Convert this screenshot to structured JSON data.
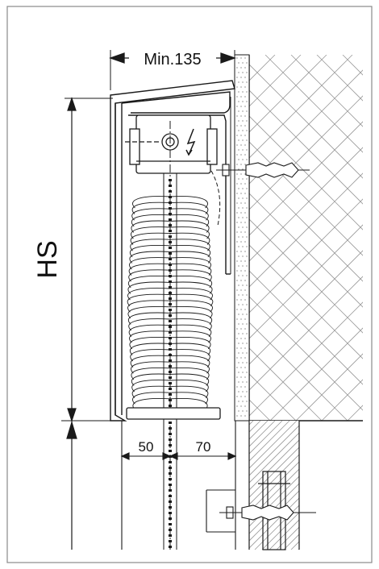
{
  "diagram": {
    "dimensions": {
      "top_width": "Min.135",
      "height": "HS",
      "left_offset": "50",
      "right_offset": "70"
    }
  },
  "colors": {
    "line": "#1a1a1a",
    "hatch": "#9a9a9a",
    "frame": "#8a8a8a",
    "background": "#ffffff"
  }
}
